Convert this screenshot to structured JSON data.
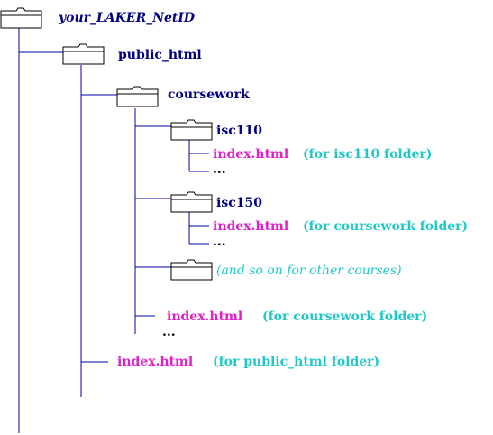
{
  "root": {
    "label": "your_LAKER_NetID"
  },
  "public_html": {
    "label": "public_html",
    "index_file": "index.html",
    "index_note": "(for public_html folder)"
  },
  "coursework": {
    "label": "coursework",
    "index_file": "index.html",
    "index_note": "(for coursework folder)",
    "more": "..."
  },
  "isc110": {
    "label": "isc110",
    "index_file": "index.html",
    "index_note": "(for isc110 folder)",
    "more": "..."
  },
  "isc150": {
    "label": "isc150",
    "index_file": "index.html",
    "index_note": "(for coursework folder)",
    "more": "..."
  },
  "other_courses": {
    "note": "(and so on for other courses)"
  },
  "colors": {
    "line": "#0000aa",
    "folder_name": "#000080",
    "file_name": "#e020c8",
    "note": "#20c8c8"
  }
}
